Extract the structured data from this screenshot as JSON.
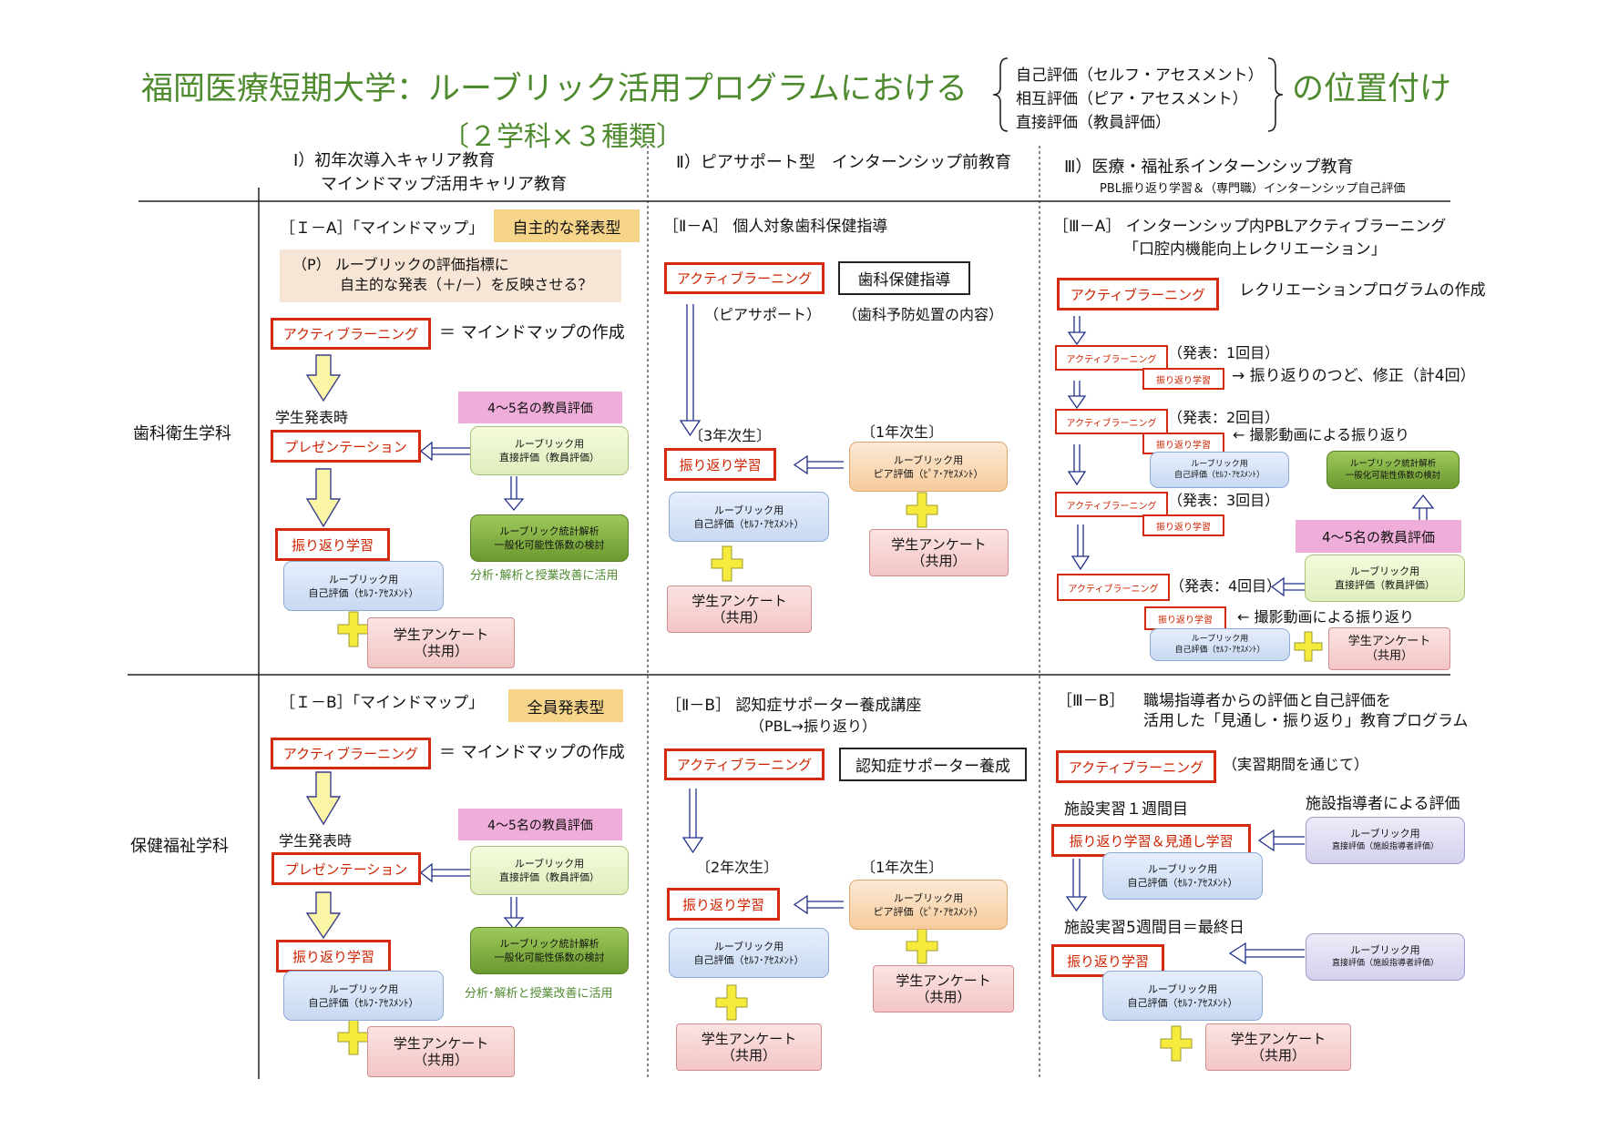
{
  "header": {
    "title_left": "福岡医療短期大学：ルーブリック活用プログラムにおける",
    "eval_types": [
      "自己評価（セルフ・アセスメント）",
      "相互評価（ピア・アセスメント）",
      "直接評価（教員評価）"
    ],
    "title_right": "の位置付け",
    "subtitle": "〔２学科×３種類〕"
  },
  "columns": {
    "c1_line1": "Ⅰ）初年次導入キャリア教育",
    "c1_line2": "マインドマップ活用キャリア教育",
    "c2": "Ⅱ）ピアサポート型　インターンシップ前教育",
    "c3_line1": "Ⅲ）医療・福祉系インターンシップ教育",
    "c3_line2": "PBL振り返り学習＆（専門職）インターンシップ自己評価"
  },
  "rows": {
    "r1": "歯科衛生学科",
    "r2": "保健福祉学科"
  },
  "common": {
    "active_learning": "アクティブラーニング",
    "presentation": "プレゼンテーション",
    "reflection": "振り返り学習",
    "mindmap_make": "＝ マインドマップの作成",
    "student_presents": "学生発表時",
    "teacher_eval": "4〜5名の教員評価",
    "rubric_for": "ルーブリック用",
    "direct_teacher": "直接評価（教員評価）",
    "self_eval": "自己評価（ｾﾙﾌ･ｱｾｽﾒﾝﾄ）",
    "peer_eval": "ピア評価（ﾋﾟｱ･ｱｾｽﾒﾝﾄ）",
    "stat_line1": "ルーブリック統計解析",
    "stat_line2": "一般化可能性係数の検討",
    "analysis_note": "分析･解析と授業改善に活用",
    "survey_line1": "学生アンケート",
    "survey_line2": "（共用）",
    "year1": "〔1年次生〕",
    "direct_facility": "直接評価（施設指導者評価）"
  },
  "IA": {
    "label": "［Ｉ－A］「マインドマップ」",
    "tag": "自主的な発表型",
    "note_line1": "（P） ルーブリックの評価指標に",
    "note_line2": "自主的な発表（＋/－）を反映させる？"
  },
  "IB": {
    "label": "［Ｉ－B］「マインドマップ」",
    "tag": "全員発表型"
  },
  "IIA": {
    "label": "［Ⅱ－A］ 個人対象歯科保健指導",
    "box": "歯科保健指導",
    "box_note": "（歯科予防処置の内容）",
    "peer_support": "（ピアサポート）",
    "year3": "〔3年次生〕"
  },
  "IIB": {
    "label": "［Ⅱ－B］ 認知症サポーター養成講座",
    "sub": "（PBL→振り返り）",
    "box": "認知症サポーター養成",
    "year2": "〔2年次生〕"
  },
  "IIIA": {
    "label": "［Ⅲ－A］ インターンシップ内PBLアクティブラーニング",
    "label2": "「口腔内機能向上レクリエーション」",
    "program": "レクリエーションプログラムの作成",
    "p1": "（発表：1回目）",
    "p1_note": "→ 振り返りのつど、修正（計4回）",
    "p2": "（発表：2回目）",
    "p2_note": "← 撮影動画による振り返り",
    "p3": "（発表：3回目）",
    "p4": "（発表：4回目）",
    "p4_note": "← 撮影動画による振り返り"
  },
  "IIIB": {
    "label": "［Ⅲ－B］",
    "label_line1": "職場指導者からの評価と自己評価を",
    "label_line2": "活用した「見通し・振り返り」教育プログラム",
    "period": "（実習期間を通じて）",
    "week1": "施設実習１週間目",
    "facility_eval": "施設指導者による評価",
    "reflect_plan": "振り返り学習＆見通し学習",
    "week5": "施設実習5週間目＝最終日"
  }
}
